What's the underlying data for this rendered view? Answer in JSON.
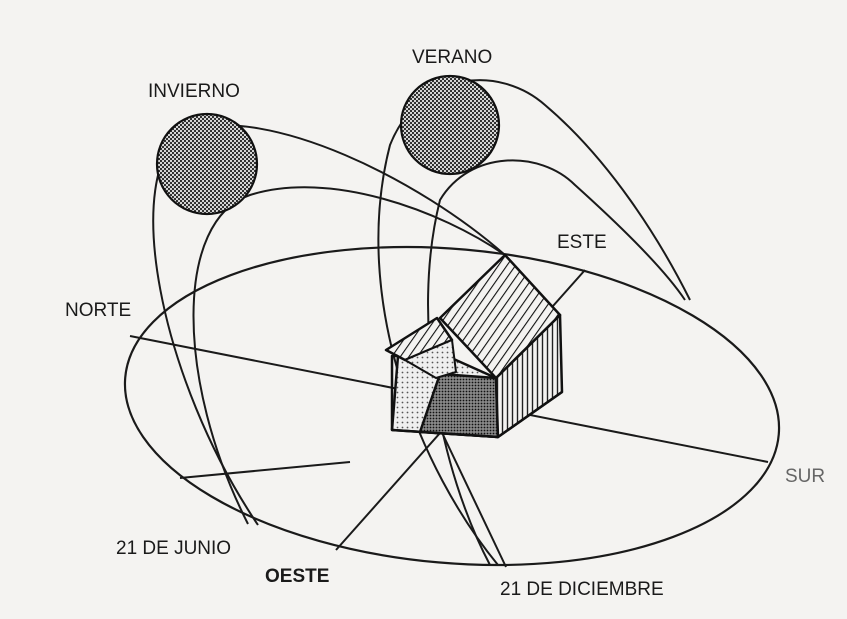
{
  "labels": {
    "winter": "INVIERNO",
    "summer": "VERANO",
    "east": "ESTE",
    "north": "NORTE",
    "south": "SUR",
    "west": "OESTE",
    "june": "21 DE JUNIO",
    "december": "21 DE DICIEMBRE"
  },
  "colors": {
    "ink": "#1a1a1a",
    "paper": "#f4f3f1",
    "sun_fill": "#6e6e6e"
  }
}
